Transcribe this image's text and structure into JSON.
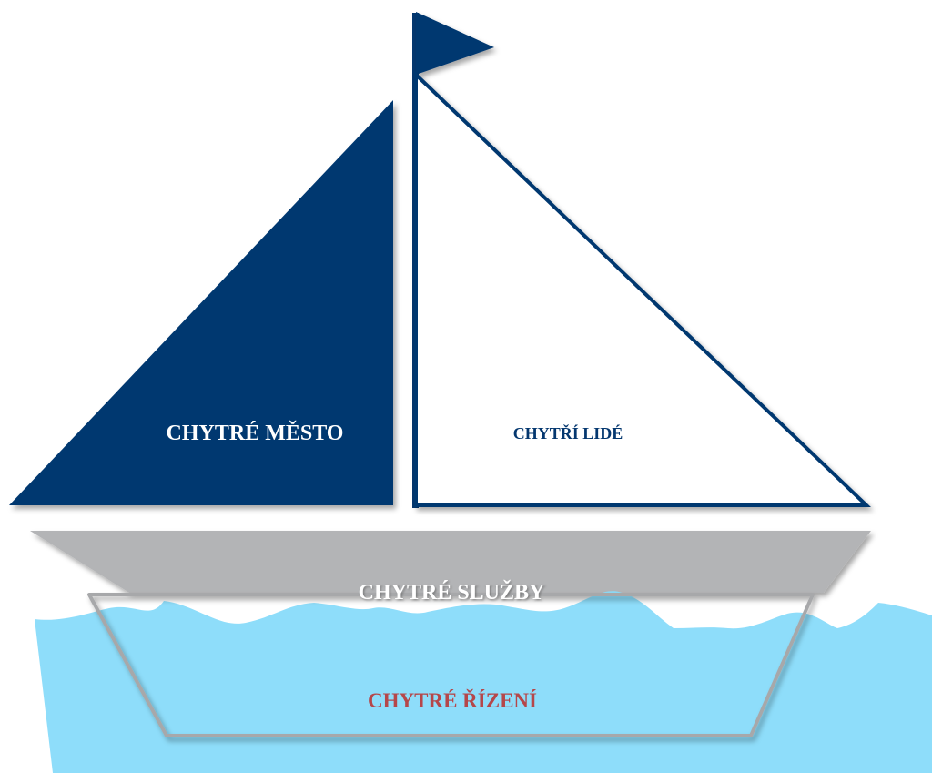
{
  "diagram": {
    "labels": {
      "left_sail": "CHYTRÉ MĚSTO",
      "right_sail": "CHYTŘÍ LIDÉ",
      "hull": "CHYTRÉ SLUŽBY",
      "keel": "CHYTRÉ ŘÍZENÍ"
    },
    "colors": {
      "navy": "#04376f",
      "sail_white": "#ffffff",
      "hull_gray": "#b3b4b6",
      "water": "#8cdcfa",
      "keel_text": "#b5474a",
      "hull_text": "#ffffff"
    }
  }
}
